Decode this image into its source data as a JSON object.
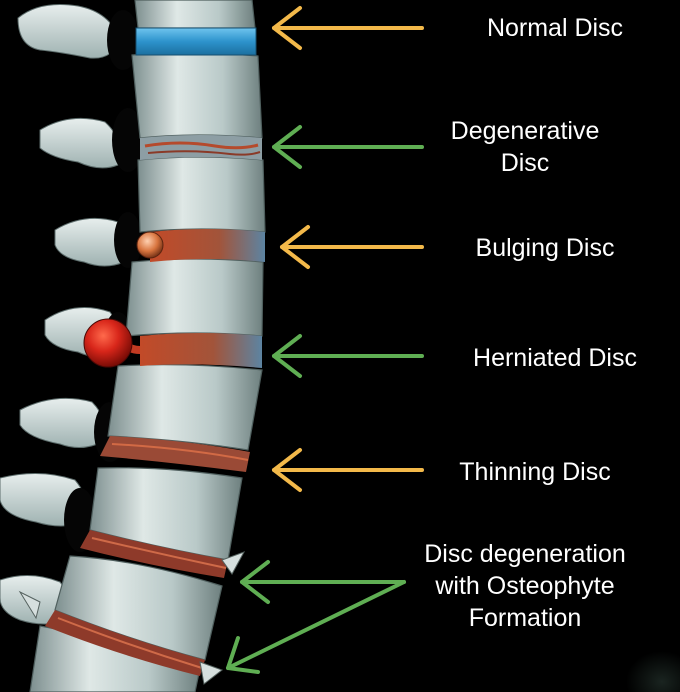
{
  "labels": {
    "normal": "Normal Disc",
    "degenerative_line1": "Degenerative",
    "degenerative_line2": "Disc",
    "bulging": "Bulging Disc",
    "herniated": "Herniated Disc",
    "thinning": "Thinning Disc",
    "osteophyte_line1": "Disc degeneration",
    "osteophyte_line2": "with Osteophyte",
    "osteophyte_line3": "Formation"
  },
  "colors": {
    "background": "#000000",
    "arrow_yellow": "#f3b94a",
    "arrow_green": "#5fae53",
    "normal_disc": "#3aa3d6",
    "herniation": "#d42a18",
    "vertebra": "#c9d6d5",
    "label_text": "#ffffff"
  },
  "icons": {
    "arrow": "arrow-left-icon"
  }
}
